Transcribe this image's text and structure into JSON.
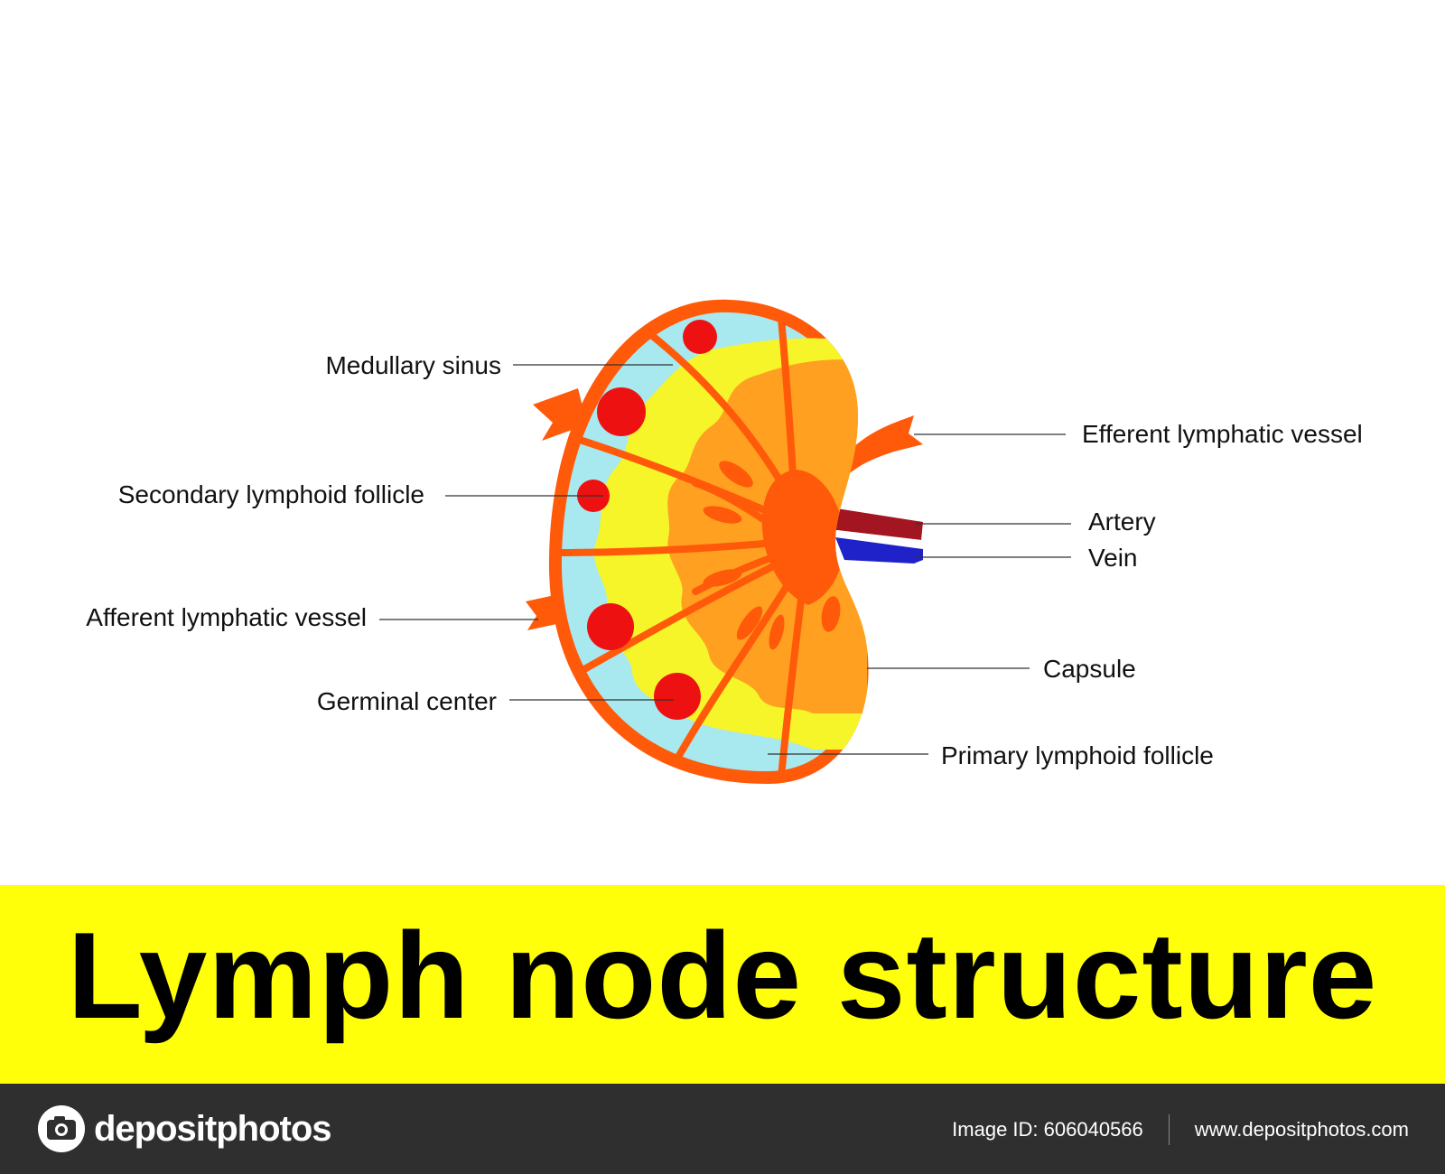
{
  "title": "Lymph node structure",
  "labels": {
    "medullary_sinus": "Medullary sinus",
    "secondary_follicle": "Secondary lymphoid follicle",
    "afferent_vessel": "Afferent lymphatic vessel",
    "germinal_center": "Germinal center",
    "efferent_vessel": "Efferent lymphatic vessel",
    "artery": "Artery",
    "vein": "Vein",
    "capsule": "Capsule",
    "primary_follicle": "Primary lymphoid follicle"
  },
  "footer": {
    "brand": "depositphotos",
    "image_id": "Image ID: 606040566",
    "website": "www.depositphotos.com"
  },
  "colors": {
    "capsule": "#ff5a0a",
    "cortex": "#a8e8ef",
    "paracortex": "#f5f52a",
    "medulla": "#ffa020",
    "follicle": "#ee1111",
    "artery": "#a31520",
    "vein": "#1f22c8",
    "title_band": "#ffff0a",
    "footer_bg": "#2f2f2f"
  }
}
